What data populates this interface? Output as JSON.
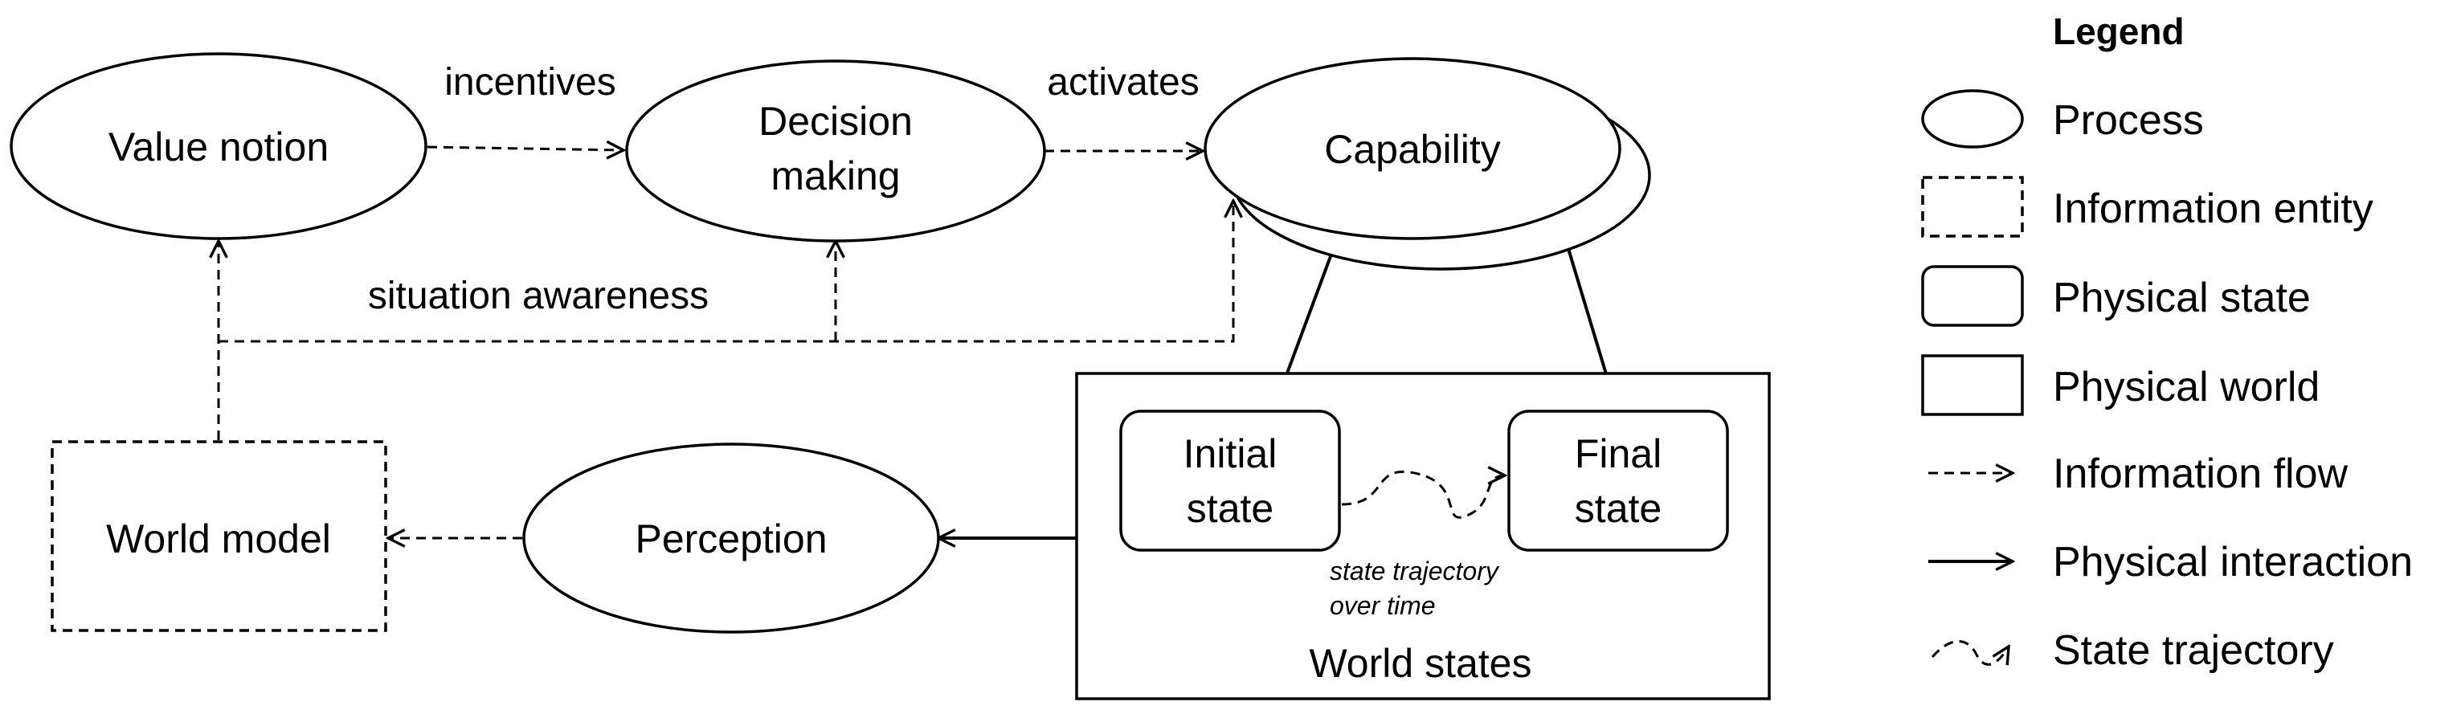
{
  "nodes": {
    "value_notion": "Value notion",
    "decision_making_1": "Decision",
    "decision_making_2": "making",
    "capability": "Capability",
    "world_model": "World model",
    "perception": "Perception",
    "initial_state_1": "Initial",
    "initial_state_2": "state",
    "final_state_1": "Final",
    "final_state_2": "state",
    "world_states": "World states"
  },
  "edges": {
    "incentives": "incentives",
    "activates": "activates",
    "situation_awareness": "situation awareness",
    "trajectory_note_1": "state trajectory",
    "trajectory_note_2": "over time"
  },
  "legend": {
    "title": "Legend",
    "items": [
      {
        "icon": "ellipse-icon",
        "label": "Process"
      },
      {
        "icon": "dashed-rect-icon",
        "label": "Information entity"
      },
      {
        "icon": "rounded-rect-icon",
        "label": "Physical state"
      },
      {
        "icon": "rect-icon",
        "label": "Physical world"
      },
      {
        "icon": "dashed-arrow-icon",
        "label": "Information flow"
      },
      {
        "icon": "solid-arrow-icon",
        "label": "Physical interaction"
      },
      {
        "icon": "wavy-arrow-icon",
        "label": "State trajectory"
      }
    ]
  }
}
